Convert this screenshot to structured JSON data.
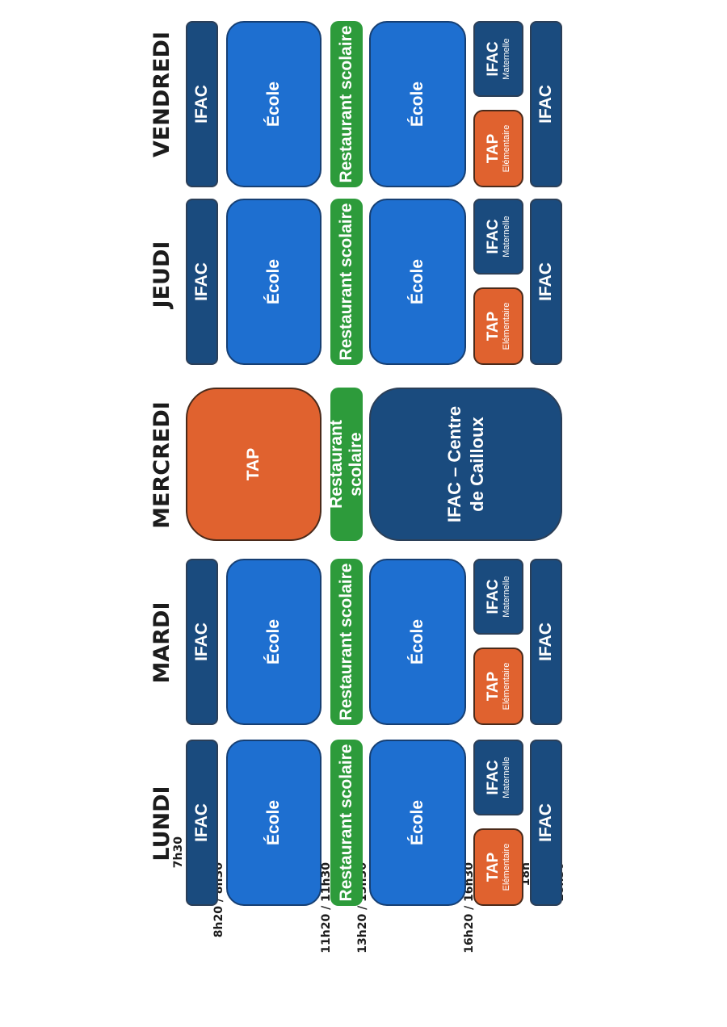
{
  "days": {
    "lundi": "LUNDI",
    "mardi": "MARDI",
    "mercredi": "MERCREDI",
    "jeudi": "JEUDI",
    "vendredi": "VENDREDI"
  },
  "times": {
    "t1": "7h30",
    "t2": "8h20 / 8h30",
    "t3": "11h20 / 11h30",
    "t4": "13h20 / 13h30",
    "t5": "16h20 / 16h30",
    "t6": "18h",
    "t7": "18h30"
  },
  "labels": {
    "ifac": "IFAC",
    "ecole": "École",
    "restaurant": "Restaurant scolaire",
    "tap": "TAP",
    "elementaire": "Elémentaire",
    "maternelle": "Maternelle",
    "centre_line1": "IFAC – Centre",
    "centre_line2": "de Cailloux"
  },
  "colors": {
    "ifac": "#1a4b7e",
    "ecole": "#1e6fd0",
    "restaurant": "#2d9b3b",
    "tap": "#e0622f"
  }
}
